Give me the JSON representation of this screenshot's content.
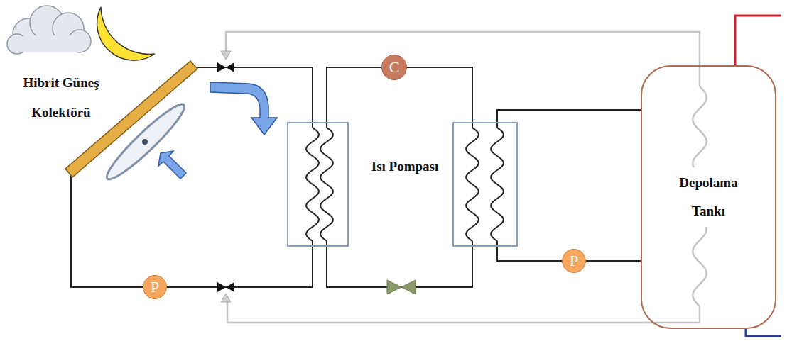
{
  "diagram": {
    "nodes": [
      {
        "text": [
          "C"
        ]
      },
      {
        "text": [
          "P"
        ]
      },
      {
        "text": [
          "P"
        ]
      },
      {
        "text": [
          "Depolama Tankı"
        ]
      }
    ],
    "edges": [
      {
        "from": 2,
        "to": 3,
        "arrow": "none"
      }
    ],
    "labels": [
      "Hibrit Güneş Kolektörü",
      "Isı Pompası"
    ]
  }
}
